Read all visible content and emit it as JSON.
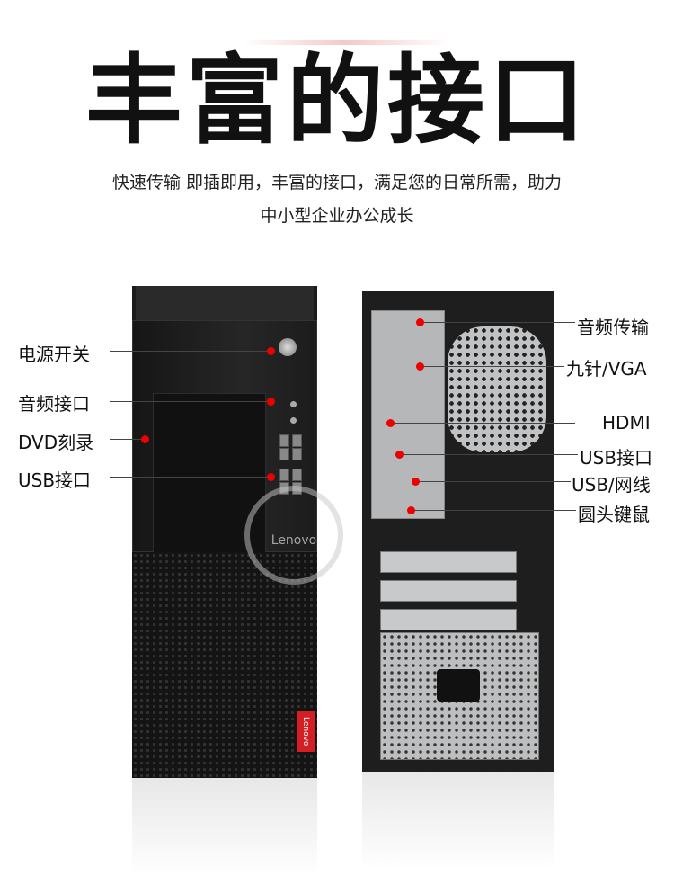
{
  "header": {
    "title": "丰富的接口",
    "subtitle_line1": "快速传输 即插即用，丰富的接口，满足您的日常所需，助力",
    "subtitle_line2": "中小型企业办公成长"
  },
  "front_labels": [
    "电源开关",
    "音频接口",
    "DVD刻录",
    "USB接口"
  ],
  "rear_labels": [
    "音频传输",
    "九针/VGA",
    "HDMI",
    "USB接口",
    "USB/网线",
    "圆头键鼠"
  ],
  "product": {
    "brand": "Lenovo",
    "watermark": "Lenovo"
  },
  "colors": {
    "accent": "#e00000",
    "brand_red": "#d21f26"
  }
}
